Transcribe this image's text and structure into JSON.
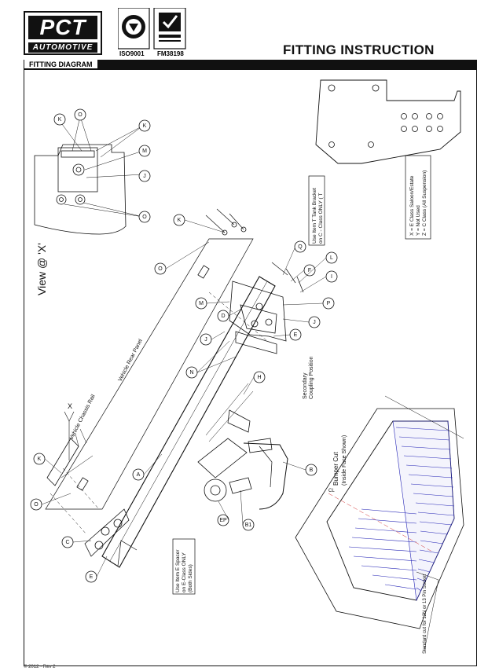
{
  "header": {
    "logo_main": "PCT",
    "logo_sub": "AUTOMOTIVE",
    "cert_iso": "ISO9001",
    "cert_fm": "FM38198",
    "title": "FITTING INSTRUCTION",
    "section_label": "FITTING DIAGRAM"
  },
  "diagram": {
    "view_label": "View @ 'X'",
    "x_marker": "X",
    "vehicle_chassis_rail": "Vehicle Chassis Rail",
    "vehicle_rear_panel": "Vehicle Rear Panel",
    "secondary_coupling": [
      "Secondary",
      "Coupling Position"
    ],
    "note_tank_bracket": [
      "Use Item T Tank Bracket",
      "on C - Class ONLY ( T"
    ],
    "note_spacer": [
      "Use Item E Spacer",
      "on E-Class ONLY",
      "(Both Sides)"
    ],
    "legend": [
      "X = E Class Saloon/Estate",
      "Y = Not Used",
      "Z = C Class (All Suspension)"
    ],
    "bumper_cut": [
      "Bumper Cut",
      "(Inside Face Shown)"
    ],
    "socket_note": "Standard cut for 12N or 13 Pin Socket",
    "cl_mark": "CL",
    "callouts_view": [
      "K",
      "O",
      "K",
      "M",
      "J",
      "O"
    ],
    "callouts_main": [
      "K",
      "O",
      "Q",
      "L",
      "F",
      "I",
      "P",
      "J",
      "E",
      "M",
      "D",
      "J",
      "N",
      "H",
      "B",
      "B1",
      "EP",
      "A",
      "K",
      "O",
      "C",
      "E"
    ]
  },
  "footer": {
    "text": "© 2012 · Rev 2"
  }
}
